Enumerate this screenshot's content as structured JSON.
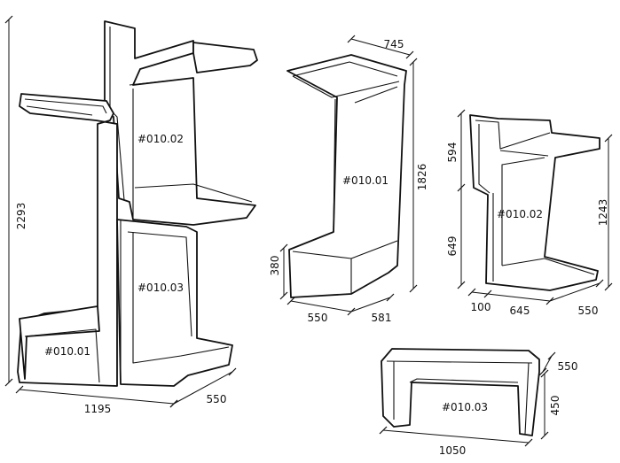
{
  "labels": {
    "assembly_top": "#010.02",
    "assembly_middle": "#010.03",
    "assembly_bottom": "#010.01",
    "single_tall": "#010.01",
    "single_right": "#010.02",
    "single_bench": "#010.03"
  },
  "dimensions": {
    "assembly_height": "2293",
    "assembly_width": "1195",
    "assembly_depth": "550",
    "tall_depth_top": "745",
    "tall_height": "1826",
    "tall_seat_height": "380",
    "tall_base_width": "550",
    "tall_base_depth": "581",
    "right_upper": "594",
    "right_lower": "649",
    "right_total": "1243",
    "right_base_a": "100",
    "right_base_b": "645",
    "right_base_c": "550",
    "bench_depth": "550",
    "bench_height": "450",
    "bench_width": "1050"
  }
}
